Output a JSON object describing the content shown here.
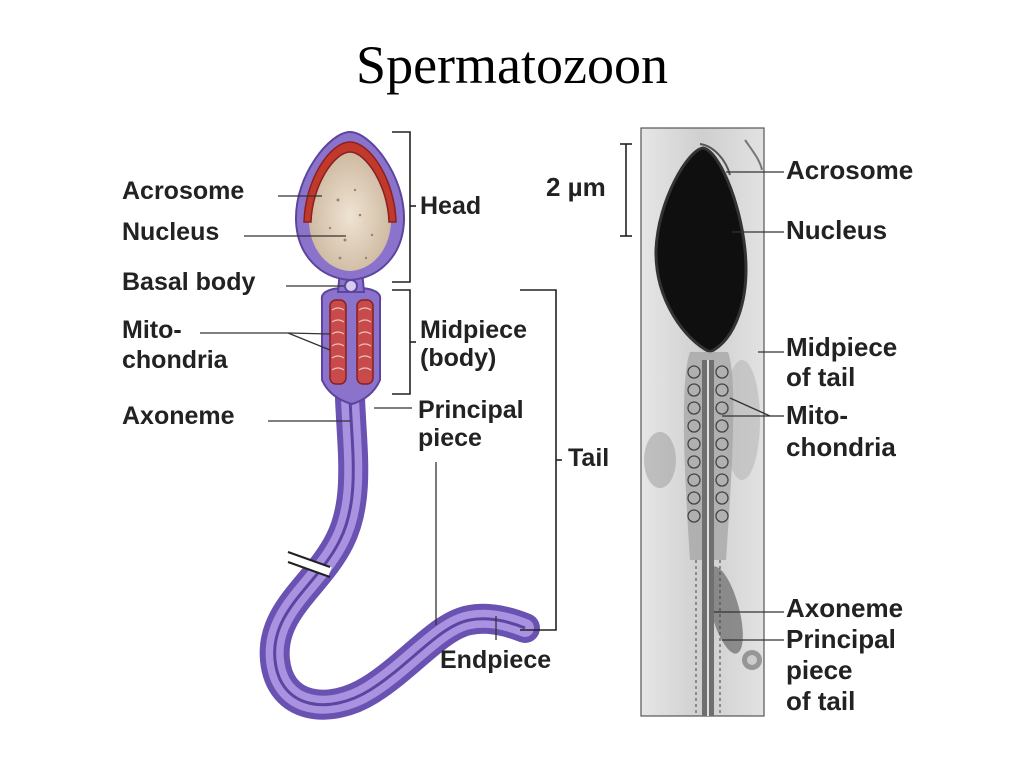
{
  "slide": {
    "title": "Spermatozoon"
  },
  "diagram": {
    "labels": {
      "acrosome": "Acrosome",
      "nucleus": "Nucleus",
      "basal_body": "Basal body",
      "mitochondria_1": "Mito-",
      "mitochondria_2": "chondria",
      "axoneme": "Axoneme",
      "head": "Head",
      "midpiece_1": "Midpiece",
      "midpiece_2": "(body)",
      "principal_1": "Principal",
      "principal_2": "piece",
      "tail": "Tail",
      "endpiece": "Endpiece"
    }
  },
  "micrograph": {
    "scale_bar": "2 µm",
    "labels": {
      "acrosome": "Acrosome",
      "nucleus": "Nucleus",
      "midpiece_1": "Midpiece",
      "midpiece_2": "of tail",
      "mitochondria_1": "Mito-",
      "mitochondria_2": "chondria",
      "axoneme": "Axoneme",
      "principal_1": "Principal",
      "principal_2": "piece",
      "principal_3": "of tail"
    }
  }
}
